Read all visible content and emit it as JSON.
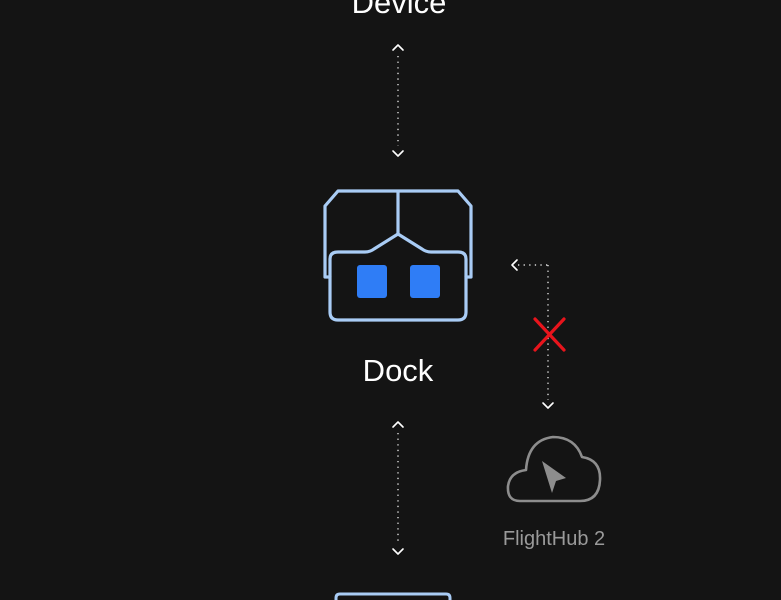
{
  "nodes": {
    "device": {
      "label": "Device"
    },
    "dock": {
      "label": "Dock"
    },
    "flighthub": {
      "label": "FlightHub 2"
    }
  },
  "connections": [
    {
      "from": "Device",
      "to": "Dock",
      "style": "dotted",
      "direction": "bidirectional"
    },
    {
      "from": "Dock",
      "to": "below",
      "style": "dotted",
      "direction": "bidirectional"
    },
    {
      "from": "Dock",
      "to": "FlightHub 2",
      "style": "dotted",
      "direction": "bidirectional",
      "status": "blocked"
    }
  ],
  "icons": {
    "dock": "dock-icon",
    "cloud": "cloud-cursor-icon",
    "blocked": "red-x-icon"
  },
  "colors": {
    "background": "#141414",
    "dock_outline": "#a9ccf5",
    "dock_fill": "#2f7df6",
    "blocked": "#e8141c",
    "cloud_outline": "#8d8d8d",
    "text": "#ffffff",
    "muted_text": "#9a9a9a"
  }
}
